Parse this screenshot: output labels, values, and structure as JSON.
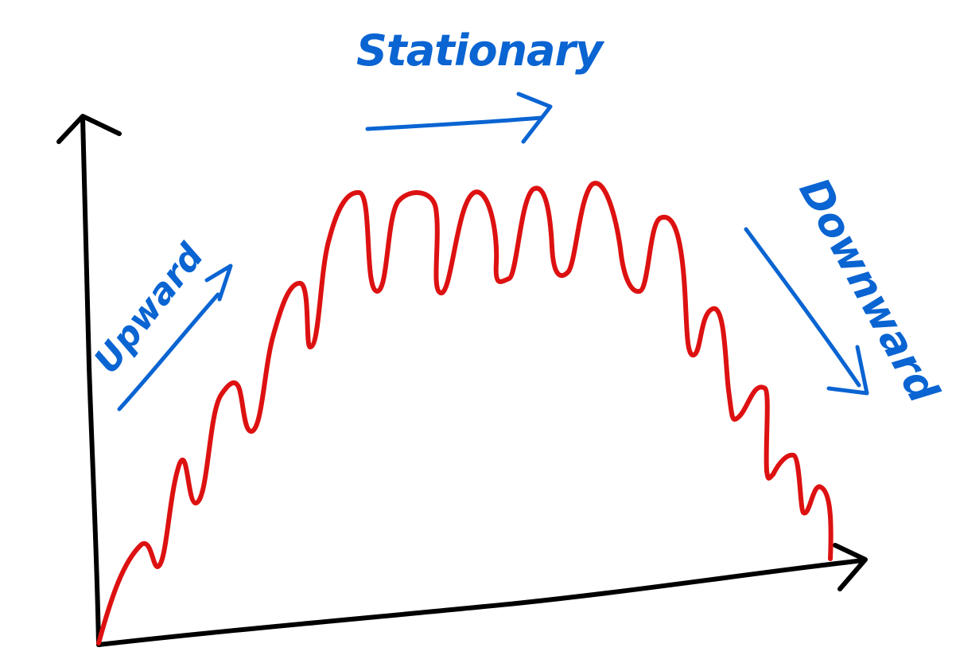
{
  "labels": {
    "stationary": "Stationary",
    "upward": "Upward",
    "downward": "Downward"
  },
  "colors": {
    "axis": "#000000",
    "trend_curve": "#dd1111",
    "annotation": "#0a64d2",
    "background": "#ffffff"
  }
}
